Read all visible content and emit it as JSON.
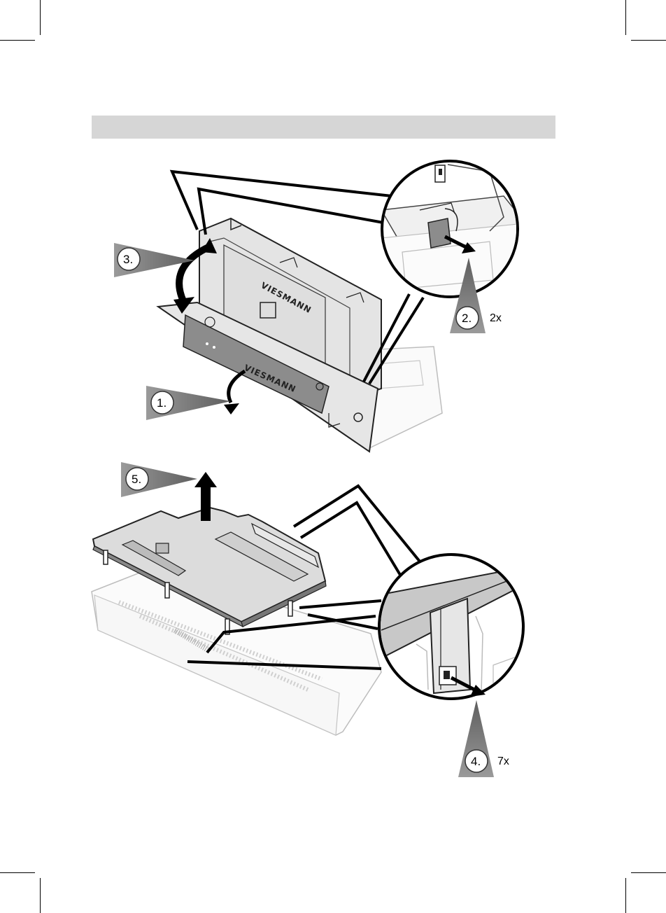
{
  "header": {
    "title": ""
  },
  "steps": [
    {
      "label": "1."
    },
    {
      "label": "2.",
      "count": "2x"
    },
    {
      "label": "3."
    },
    {
      "label": "4.",
      "count": "7x"
    },
    {
      "label": "5."
    }
  ],
  "brand": {
    "name": "VIESMANN"
  },
  "colors": {
    "header_bg": "#d6d6d6",
    "callout": "#7a7a7a",
    "line": "#000000"
  }
}
